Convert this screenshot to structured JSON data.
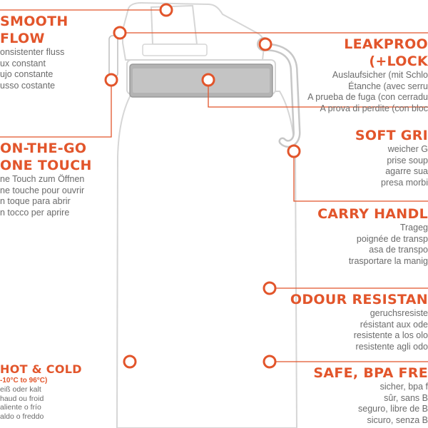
{
  "colors": {
    "accent": "#e2552b",
    "text": "#6b6b6b",
    "outline": "#d9d9d9",
    "grip": "#a9a9a9"
  },
  "features": {
    "smooth_flow": {
      "title_1": "SMOOTH",
      "title_2": "FLOW",
      "lines": [
        "onsistenter fluss",
        "ux constant",
        "ujo constante",
        "usso costante"
      ]
    },
    "on_the_go": {
      "title_1": "ON-THE-GO",
      "title_2": "ONE TOUCH",
      "lines": [
        "ne Touch zum Öffnen",
        "ne touche pour ouvrir",
        "n toque para abrir",
        "n tocco per aprire"
      ]
    },
    "hot_cold": {
      "title": "HOT & COLD",
      "range": "-10°C to 96°C)",
      "lines": [
        "eiß oder kalt",
        "haud ou froid",
        "aliente o frío",
        "aldo o freddo"
      ]
    },
    "leakproof": {
      "title_1": "LEAKPROO",
      "title_2": "(+LOCK",
      "lines": [
        "Auslaufsicher (mit Schlo",
        "Étanche (avec serru",
        "A prueba de fuga (con cerradu",
        "A prova di perdite (con bloc"
      ]
    },
    "soft_grip": {
      "title": "SOFT GRI",
      "lines": [
        "weicher G",
        "prise soup",
        "agarre sua",
        "presa morbi"
      ]
    },
    "carry_handle": {
      "title": "CARRY HANDL",
      "lines": [
        "Trageg",
        "poignée de transp",
        "asa de transpo",
        "trasportare la manig"
      ]
    },
    "odour": {
      "title": "ODOUR RESISTAN",
      "lines": [
        "geruchsresiste",
        "résistant aux ode",
        "resistente a los olo",
        "resistente agli odo"
      ]
    },
    "bpa": {
      "title": "SAFE, BPA FRE",
      "lines": [
        "sicher, bpa f",
        "sûr, sans B",
        "seguro, libre de B",
        "sicuro, senza B"
      ]
    }
  }
}
